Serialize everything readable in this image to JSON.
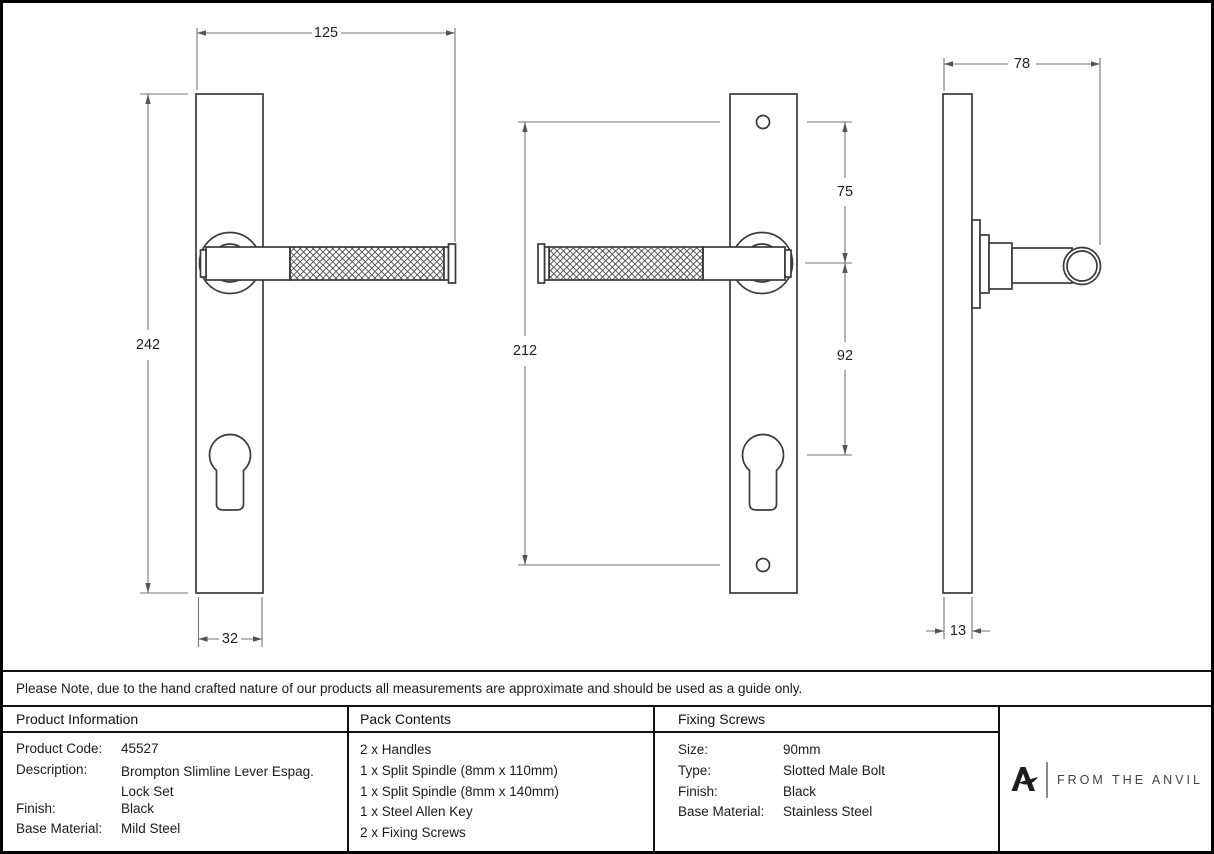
{
  "note": "Please Note, due to the hand crafted nature of our products all measurements are approximate and should be used as a guide only.",
  "drawings": {
    "front_left": {
      "dim_width": "125",
      "dim_height": "242",
      "dim_plate_width": "32"
    },
    "front_right": {
      "dim_height": "212",
      "dim_top_offset": "75",
      "dim_bottom_offset": "92"
    },
    "side": {
      "dim_projection": "78",
      "dim_thickness": "13"
    }
  },
  "tables": {
    "product_information": {
      "header": "Product Information",
      "rows": [
        {
          "label": "Product Code:",
          "value": "45527"
        },
        {
          "label": "Description:",
          "value": "Brompton Slimline Lever Espag. Lock Set"
        },
        {
          "label": "Finish:",
          "value": "Black"
        },
        {
          "label": "Base Material:",
          "value": "Mild Steel"
        }
      ]
    },
    "pack_contents": {
      "header": "Pack Contents",
      "items": [
        "2 x Handles",
        "1 x Split Spindle (8mm x 110mm)",
        "1 x Split Spindle (8mm x 140mm)",
        "1 x Steel Allen Key",
        "2 x Fixing Screws"
      ]
    },
    "fixing_screws": {
      "header": "Fixing Screws",
      "rows": [
        {
          "label": "Size:",
          "value": "90mm"
        },
        {
          "label": "Type:",
          "value": "Slotted Male Bolt"
        },
        {
          "label": "Finish:",
          "value": "Black"
        },
        {
          "label": "Base Material:",
          "value": "Stainless Steel"
        }
      ]
    }
  },
  "logo": {
    "text": "FROM THE ANVIL",
    "glyph": "anvil-icon"
  },
  "colors": {
    "outline": "#3a3a3a",
    "dimension_line": "#757575",
    "table_line": "#111111",
    "text": "#1b1b1b"
  }
}
